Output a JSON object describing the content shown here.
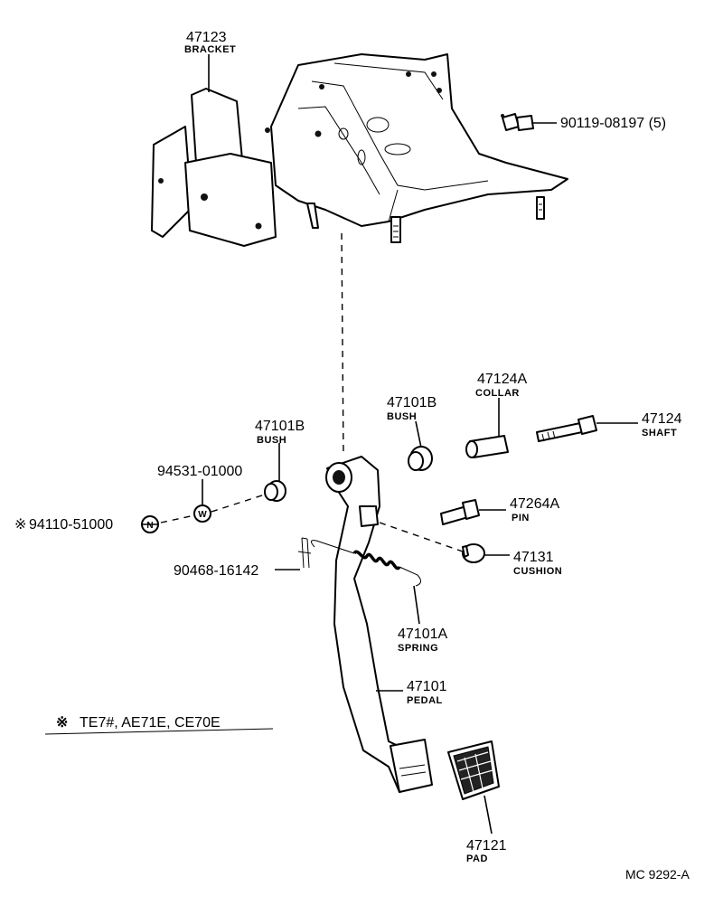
{
  "diagram_code": "MC 9292-A",
  "note": "TE7#, AE71E, CE70E",
  "note_symbol": "※",
  "callouts": [
    {
      "id": "bracket",
      "number": "47123",
      "name": "BRACKET"
    },
    {
      "id": "bolt",
      "number": "90119-08197 (5)",
      "name": ""
    },
    {
      "id": "collar",
      "number": "47124A",
      "name": "COLLAR"
    },
    {
      "id": "bush-right",
      "number": "47101B",
      "name": "BUSH"
    },
    {
      "id": "shaft",
      "number": "47124",
      "name": "SHAFT"
    },
    {
      "id": "bush-left",
      "number": "47101B",
      "name": "BUSH"
    },
    {
      "id": "washer",
      "number": "94531-01000",
      "name": ""
    },
    {
      "id": "nut",
      "number": "94110-51000",
      "name": "",
      "prefix": "※"
    },
    {
      "id": "pin",
      "number": "47264A",
      "name": "PIN"
    },
    {
      "id": "cushion",
      "number": "47131",
      "name": "CUSHION"
    },
    {
      "id": "clip",
      "number": "90468-16142",
      "name": ""
    },
    {
      "id": "spring",
      "number": "47101A",
      "name": "SPRING"
    },
    {
      "id": "pedal",
      "number": "47101",
      "name": "PEDAL"
    },
    {
      "id": "pad",
      "number": "47121",
      "name": "PAD"
    }
  ],
  "symbols": {
    "nut_glyph": "N",
    "washer_glyph": "W"
  }
}
